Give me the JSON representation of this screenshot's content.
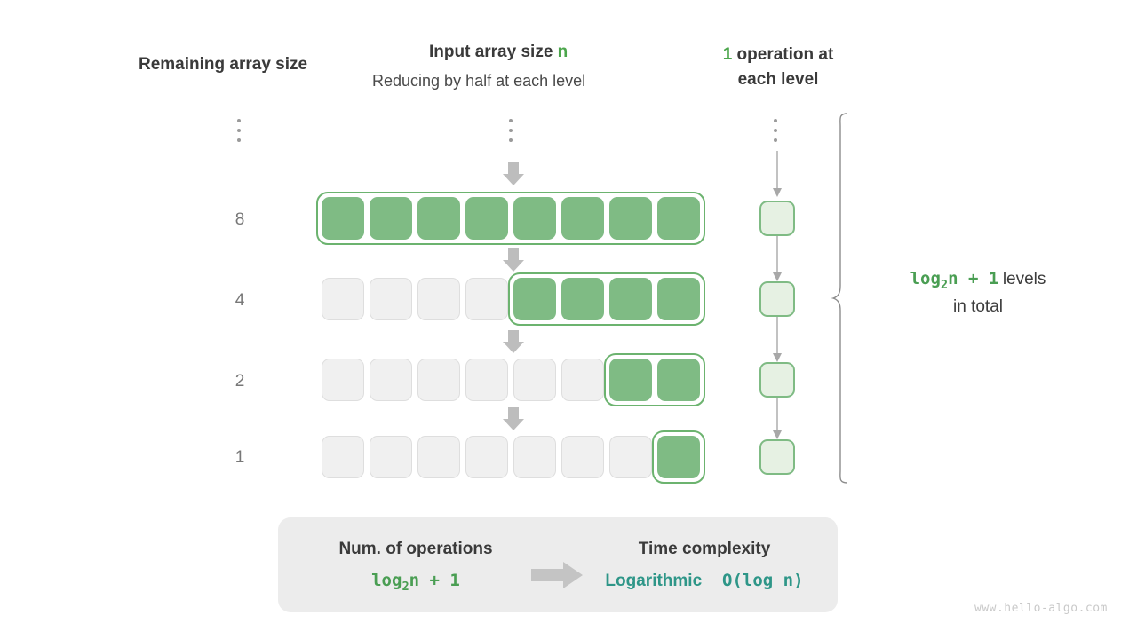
{
  "headers": {
    "left": "Remaining array size",
    "mid_title_prefix": "Input array size ",
    "mid_title_accent": "n",
    "mid_subtitle": "Reducing by half at each level",
    "right_accent": "1",
    "right_text": " operation at each level"
  },
  "diagram": {
    "total_columns": 8,
    "rows": [
      {
        "label": "8",
        "highlighted": 8
      },
      {
        "label": "4",
        "highlighted": 4
      },
      {
        "label": "2",
        "highlighted": 2
      },
      {
        "label": "1",
        "highlighted": 1
      }
    ],
    "operation_boxes": 4,
    "ellipsis_label": "vertical-ellipsis"
  },
  "annotation": {
    "formula_pre": "log",
    "formula_sub": "2",
    "formula_post": "n + 1",
    "suffix": "levels",
    "second_line": "in total"
  },
  "summary": {
    "left_title": "Num. of operations",
    "left_formula_pre": "log",
    "left_formula_sub": "2",
    "left_formula_post": "n + 1",
    "right_title": "Time complexity",
    "right_word": "Logarithmic",
    "right_notation": "O(log n)",
    "arrow": "right-arrow-icon"
  },
  "watermark": "www.hello-algo.com",
  "colors": {
    "green_fill": "#7fbb84",
    "green_border": "#6cb36f",
    "green_text": "#4a9e53",
    "light_green_fill": "#e6f1e3",
    "gray_cell": "#f0f0f0",
    "gray_arrow": "#c0c0c0",
    "teal": "#2e9688",
    "panel_bg": "#ececec"
  }
}
